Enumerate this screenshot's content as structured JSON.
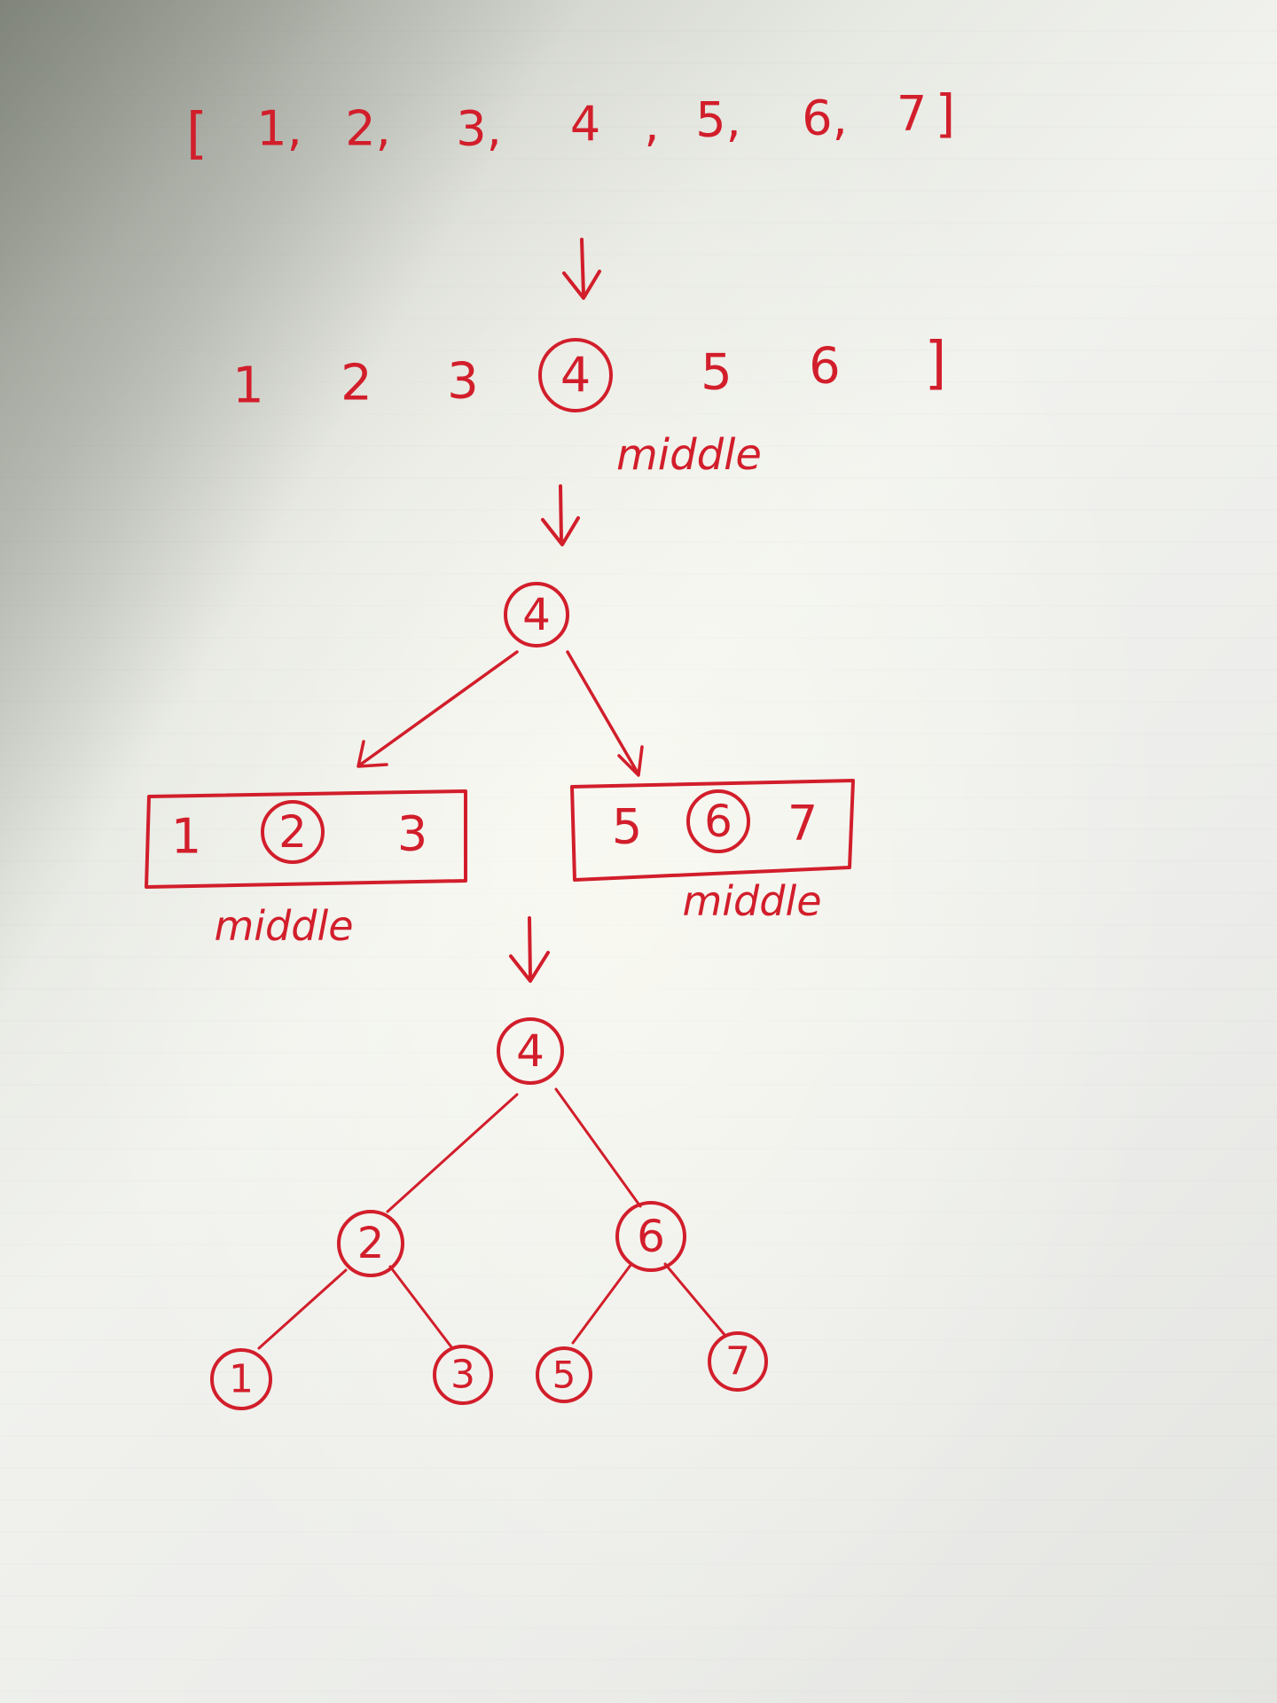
{
  "array_line": {
    "open_bracket": "[",
    "items": [
      "1,",
      "2,",
      "3,",
      "4",
      ",",
      "5,",
      "6,",
      "7",
      "]"
    ]
  },
  "split_line": {
    "items": [
      "1",
      "2",
      "3",
      "4",
      "5",
      "6",
      "]"
    ],
    "middle_label": "middle"
  },
  "step3": {
    "root": "4",
    "left_box": [
      "1",
      "2",
      "3"
    ],
    "right_box": [
      "5",
      "6",
      "7"
    ],
    "left_label": "middle",
    "right_label": "middle"
  },
  "tree": {
    "root": "4",
    "level2": [
      "2",
      "6"
    ],
    "leaves": [
      "1",
      "3",
      "5",
      "7"
    ]
  },
  "colors": {
    "ink": "#d21e2b",
    "paper": "#eeefeb"
  }
}
